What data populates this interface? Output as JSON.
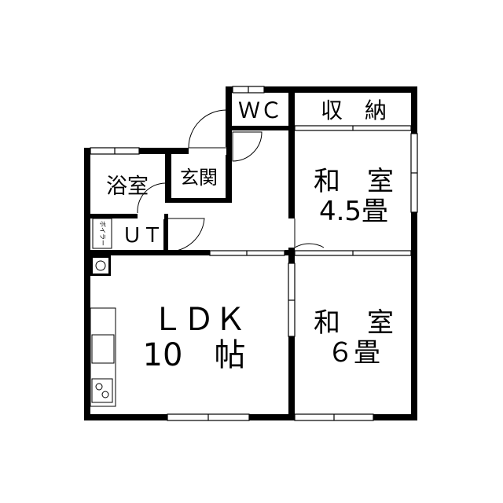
{
  "rooms": {
    "wc": "ＷＣ",
    "storage": "収　納",
    "bath": "浴室",
    "entrance": "玄関",
    "washroom": "ＵＴ",
    "boiler": "ボイラー",
    "wa45_line1": "和　室",
    "wa45_line2": "4.5畳",
    "ldk_line1": "ＬＤＫ",
    "ldk_line2": "10　帖",
    "wa6_line1": "和　室",
    "wa6_line2": "６畳"
  },
  "colors": {
    "wall": "#000000",
    "background": "#ffffff",
    "fixture": "#555555"
  }
}
